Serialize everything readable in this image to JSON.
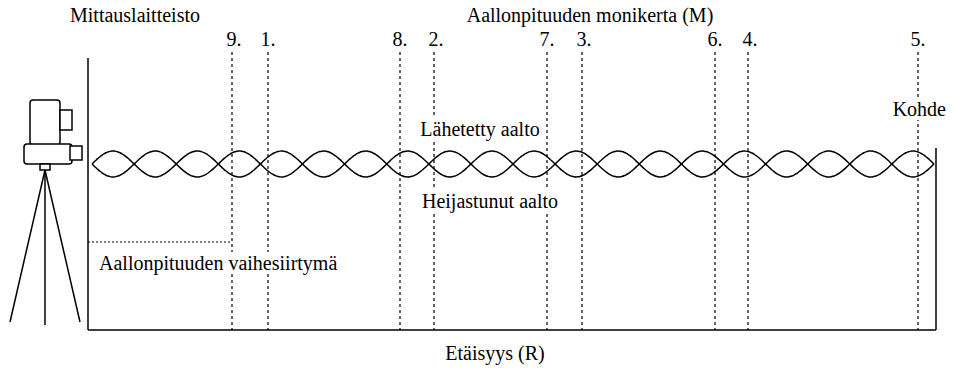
{
  "diagram": {
    "labels": [
      "Mittauslaitteisto",
      "Aallonpituuden monikerta (M)",
      "9.",
      "1.",
      "8.",
      "2.",
      "7.",
      "3.",
      "6.",
      "4.",
      "5.",
      "Kohde",
      "Lähetetty aalto",
      "Heijastunut aalto",
      "Aallonpituuden vaihesiirtymä",
      "Etäisyys (R)"
    ]
  }
}
